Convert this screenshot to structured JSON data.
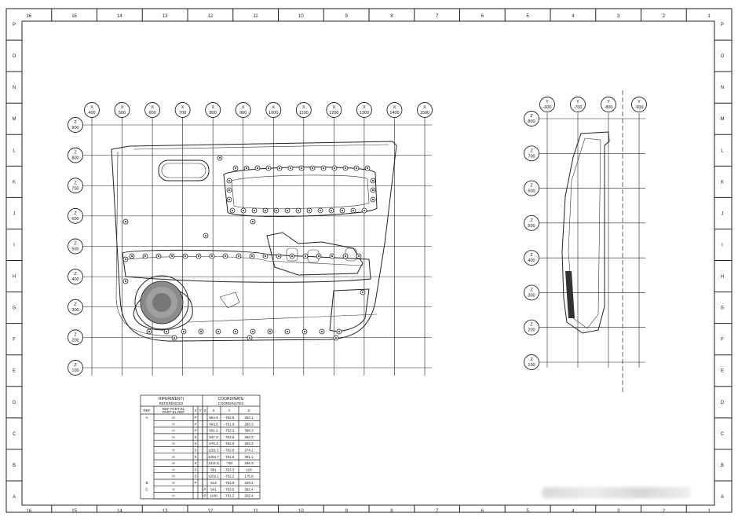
{
  "sheet": {
    "column_labels": [
      "16",
      "15",
      "14",
      "13",
      "12",
      "11",
      "10",
      "9",
      "8",
      "7",
      "6",
      "5",
      "4",
      "3",
      "2",
      "1"
    ],
    "row_labels": [
      "P",
      "O",
      "N",
      "M",
      "L",
      "K",
      "J",
      "I",
      "H",
      "G",
      "F",
      "E",
      "D",
      "C",
      "B",
      "A"
    ]
  },
  "side_view": {
    "x_bubbles": [
      {
        "axis": "X",
        "value": "400"
      },
      {
        "axis": "X",
        "value": "500"
      },
      {
        "axis": "X",
        "value": "600"
      },
      {
        "axis": "X",
        "value": "700"
      },
      {
        "axis": "X",
        "value": "800"
      },
      {
        "axis": "X",
        "value": "900"
      },
      {
        "axis": "X",
        "value": "1000"
      },
      {
        "axis": "X",
        "value": "1100"
      },
      {
        "axis": "X",
        "value": "1200"
      },
      {
        "axis": "X",
        "value": "1300"
      },
      {
        "axis": "X",
        "value": "1400"
      },
      {
        "axis": "X",
        "value": "1500"
      }
    ],
    "z_bubbles": [
      {
        "axis": "Z",
        "value": "900"
      },
      {
        "axis": "Z",
        "value": "800"
      },
      {
        "axis": "Z",
        "value": "700"
      },
      {
        "axis": "Z",
        "value": "600"
      },
      {
        "axis": "Z",
        "value": "500"
      },
      {
        "axis": "Z",
        "value": "400"
      },
      {
        "axis": "Z",
        "value": "300"
      },
      {
        "axis": "Z",
        "value": "200"
      },
      {
        "axis": "Z",
        "value": "100"
      }
    ]
  },
  "section_view": {
    "y_bubbles": [
      {
        "axis": "Y",
        "value": "-600"
      },
      {
        "axis": "Y",
        "value": "-700"
      },
      {
        "axis": "Y",
        "value": "-800"
      },
      {
        "axis": "Y",
        "value": "-900"
      }
    ],
    "z_bubbles": [
      {
        "axis": "Z",
        "value": "800"
      },
      {
        "axis": "Z",
        "value": "700"
      },
      {
        "axis": "Z",
        "value": "600"
      },
      {
        "axis": "Z",
        "value": "500"
      },
      {
        "axis": "Z",
        "value": "400"
      },
      {
        "axis": "Z",
        "value": "300"
      },
      {
        "axis": "Z",
        "value": "200"
      },
      {
        "axis": "Z",
        "value": "100"
      }
    ]
  },
  "table": {
    "header_left": "RIFERIMENTI",
    "header_left_sub": "REFERENCES",
    "header_right": "COORDINATE",
    "header_right_sub": "COORDINATES",
    "col_ref": "REF",
    "col_part": "REF PART EL",
    "col_part_sub": "PART EL REF",
    "col_x": "X",
    "col_y": "Y",
    "col_z": "Z",
    "rows": [
      {
        "ref": "A",
        "part": "H",
        "f": "P",
        "cx": "",
        "cy": "",
        "cz": "",
        "x": "554.9",
        "y": "-752.9",
        "z": "262.1"
      },
      {
        "ref": "",
        "part": "H",
        "f": "P",
        "cx": "",
        "cy": "",
        "cz": "",
        "x": "563.5",
        "y": "-751.9",
        "z": "283.3"
      },
      {
        "ref": "",
        "part": "H",
        "f": "P",
        "cx": "",
        "cy": "",
        "cz": "",
        "x": "601.2",
        "y": "-752.2",
        "z": "396.3"
      },
      {
        "ref": "",
        "part": "H",
        "f": "S",
        "cx": "",
        "cy": "",
        "cz": "",
        "x": "547.3",
        "y": "-753.6",
        "z": "492.2"
      },
      {
        "ref": "",
        "part": "H",
        "f": "S",
        "cx": "",
        "cy": "",
        "cz": "",
        "x": "676.3",
        "y": "-752.9",
        "z": "284.3"
      },
      {
        "ref": "",
        "part": "H",
        "f": "S",
        "cx": "",
        "cy": "",
        "cz": "",
        "x": "1291.1",
        "y": "-752.8",
        "z": "274.1"
      },
      {
        "ref": "",
        "part": "H",
        "f": "S",
        "cx": "",
        "cy": "",
        "cz": "",
        "x": "1294.7",
        "y": "-751.6",
        "z": "391.1"
      },
      {
        "ref": "",
        "part": "H",
        "f": "S",
        "cx": "",
        "cy": "",
        "cz": "",
        "x": "1311.5",
        "y": "-752",
        "z": "346.3"
      },
      {
        "ref": "",
        "part": "H",
        "f": "S",
        "cx": "",
        "cy": "",
        "cz": "",
        "x": "891",
        "y": "-753.3",
        "z": "118"
      },
      {
        "ref": "",
        "part": "H",
        "f": "S",
        "cx": "",
        "cy": "",
        "cz": "",
        "x": "1202.1",
        "y": "-752.2",
        "z": "176.6"
      },
      {
        "ref": "B",
        "part": "H",
        "f": "P",
        "cx": "",
        "cy": "",
        "cz": "",
        "x": "514",
        "y": "-753.9",
        "z": "329.4"
      },
      {
        "ref": "C",
        "part": "H",
        "f": "",
        "cx": "",
        "cy": "",
        "cz": "P",
        "x": "541",
        "y": "-753.5",
        "z": "392.4"
      },
      {
        "ref": "",
        "part": "H",
        "f": "",
        "cx": "",
        "cy": "",
        "cz": "P",
        "x": "1100",
        "y": "-751.2",
        "z": "202.4"
      }
    ]
  }
}
